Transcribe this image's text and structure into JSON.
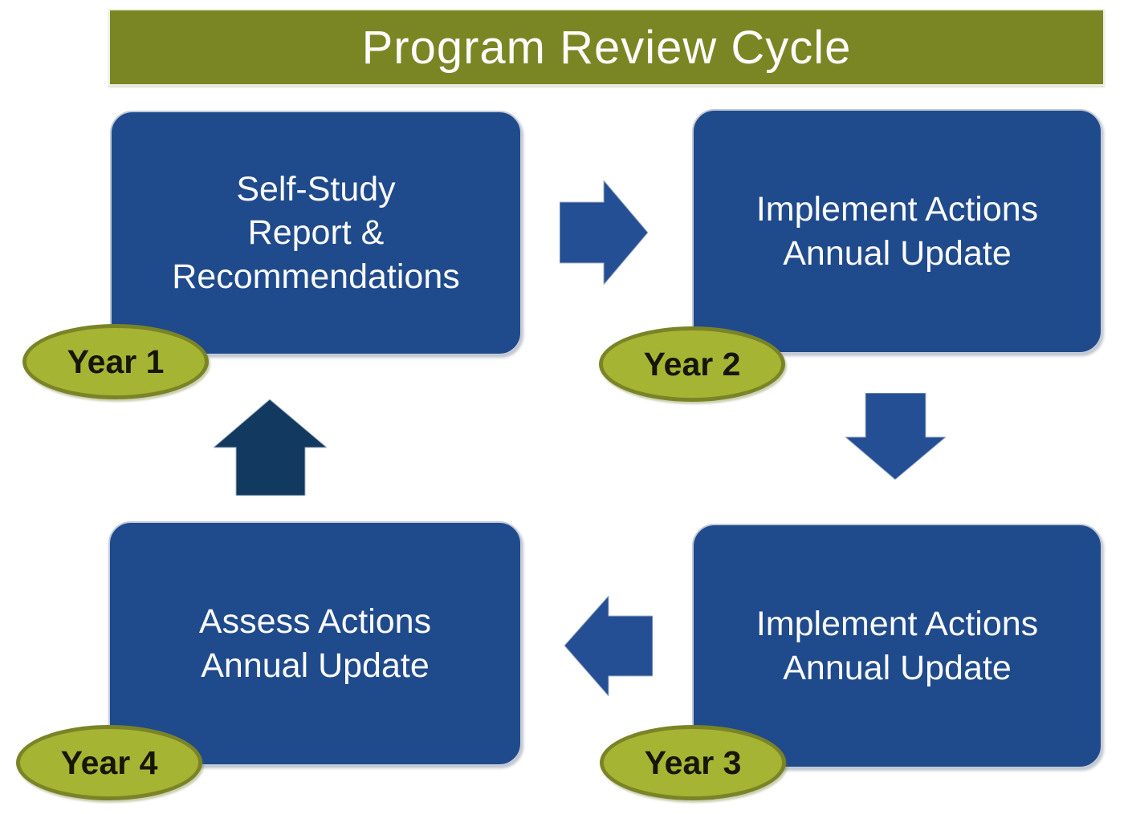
{
  "title_bar": {
    "label": "Program Review Cycle"
  },
  "colors": {
    "title_bar_bg": "#7A8524",
    "box_fill": "#1F4A8C",
    "arrow_fill": "#254F94",
    "arrow_up_fill": "#12395F",
    "arrow_edge": "#a8b4c4",
    "ellipse_fill": "#A6B433",
    "ellipse_border": "#7A8427",
    "box_text": "#FBFBFB",
    "year_text": "#161606"
  },
  "stages": [
    {
      "name": "self-study",
      "lines": [
        "Self-Study",
        "Report &",
        "Recommendations"
      ],
      "year": "Year 1"
    },
    {
      "name": "implement-actions-year-2",
      "lines": [
        "Implement Actions",
        "Annual Update"
      ],
      "year": "Year 2"
    },
    {
      "name": "implement-actions-year-3",
      "lines": [
        "Implement Actions",
        "Annual Update"
      ],
      "year": "Year 3"
    },
    {
      "name": "assess-actions",
      "lines": [
        "Assess Actions",
        "Annual Update"
      ],
      "year": "Year 4"
    }
  ],
  "arrows": [
    {
      "name": "year1-to-year2",
      "direction": "right"
    },
    {
      "name": "year2-to-year3",
      "direction": "down"
    },
    {
      "name": "year3-to-year4",
      "direction": "left"
    },
    {
      "name": "year4-to-year1",
      "direction": "up"
    }
  ]
}
